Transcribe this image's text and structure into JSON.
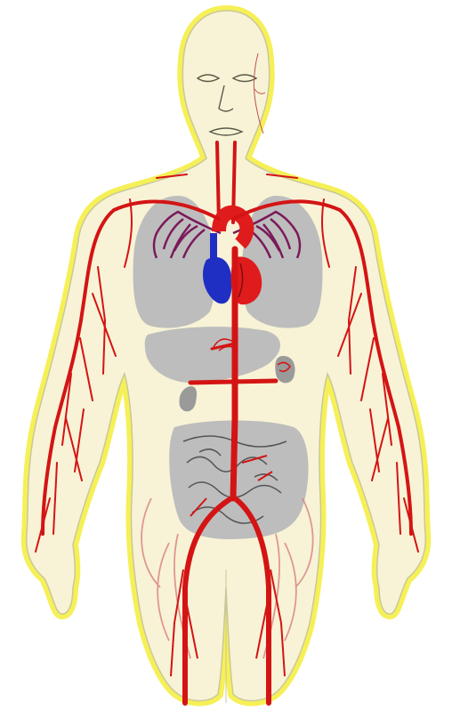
{
  "diagram": {
    "subject": "human-circulatory-system",
    "labels": []
  },
  "colors": {
    "background": "#ffffff",
    "skin_fill": "#f8f3d6",
    "outline_glow": "#f5ee3a",
    "outline": "#c9c89a",
    "artery": "#d41414",
    "artery_faint": "#d98080",
    "vein_blue": "#1f2fc4",
    "heart_red": "#e01b1b",
    "organ_gray": "#bdbdbd",
    "organ_dark": "#9a9a9a",
    "lung_vessels": "#7a1a5a",
    "face_lines": "#5a5a4a"
  },
  "parts": [
    "head",
    "lungs",
    "heart",
    "liver",
    "kidneys",
    "intestines",
    "aorta",
    "femoral-arteries",
    "arm-arteries"
  ]
}
